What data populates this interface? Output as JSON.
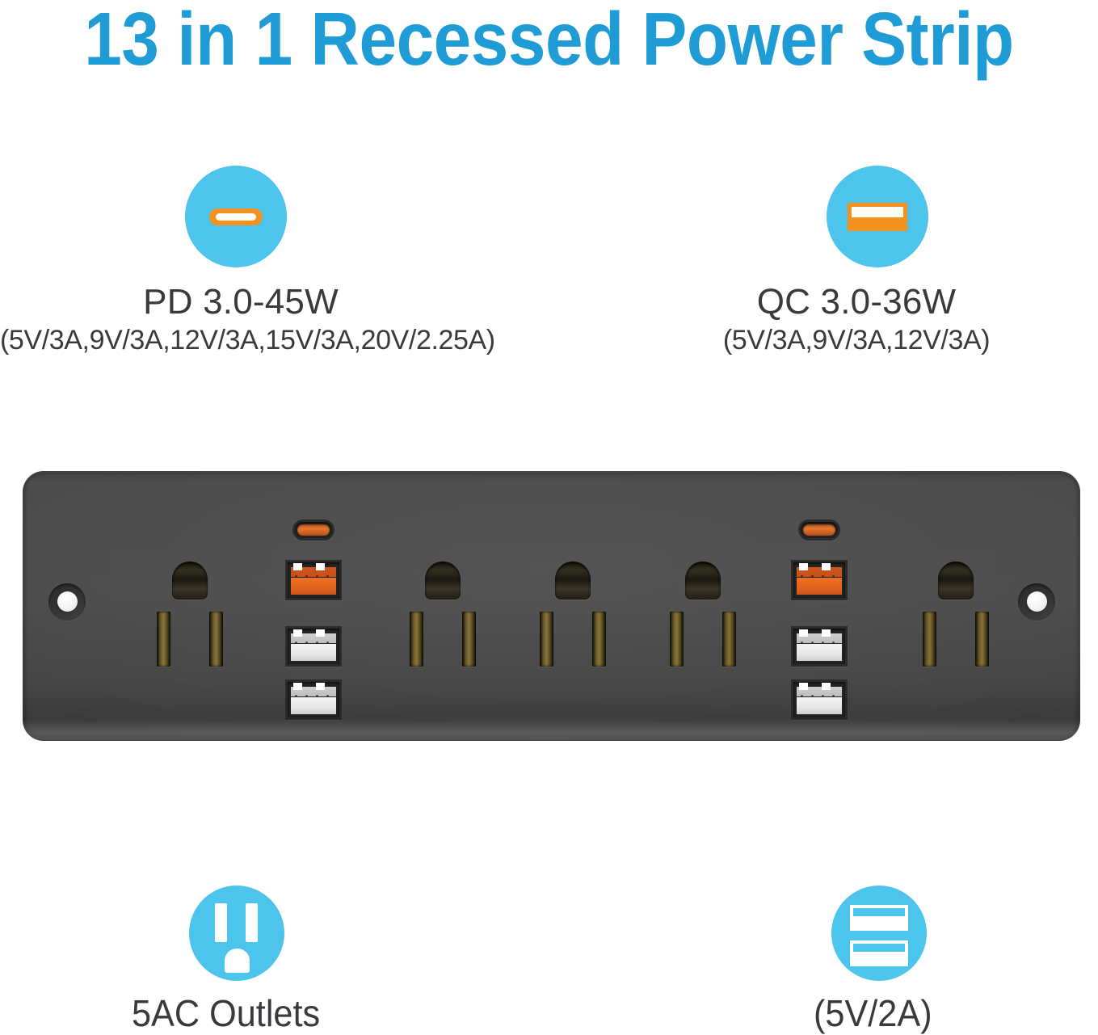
{
  "page": {
    "title": "13 in 1 Recessed Power Strip",
    "accent_blue": "#4cc4ec",
    "title_blue": "#1f9cd6",
    "accent_orange": "#f5911e",
    "text_dark": "#3a3a3e",
    "strip_body": "#4a4a4a"
  },
  "top_features": [
    {
      "id": "pd",
      "icon": "usb-c-icon",
      "title": "PD 3.0-45W",
      "subtitle": "(5V/3A,9V/3A,12V/3A,15V/3A,20V/2.25A)"
    },
    {
      "id": "qc",
      "icon": "usb-a-icon",
      "title": "QC 3.0-36W",
      "subtitle": "(5V/3A,9V/3A,12V/3A)"
    }
  ],
  "bottom_features": [
    {
      "id": "ac-outlets",
      "icon": "ac-outlet-icon",
      "label": "5AC Outlets"
    },
    {
      "id": "usb-output",
      "icon": "dual-usb-icon",
      "label": "(5V/2A)"
    }
  ],
  "product": {
    "name": "recessed-power-strip",
    "ac_outlet_count": 5,
    "usb_cluster_count": 2,
    "ports_per_cluster": {
      "usb_c": 1,
      "usb_a_quick_charge": 1,
      "usb_a_standard": 2
    },
    "mounting_screw_holes": 2
  }
}
